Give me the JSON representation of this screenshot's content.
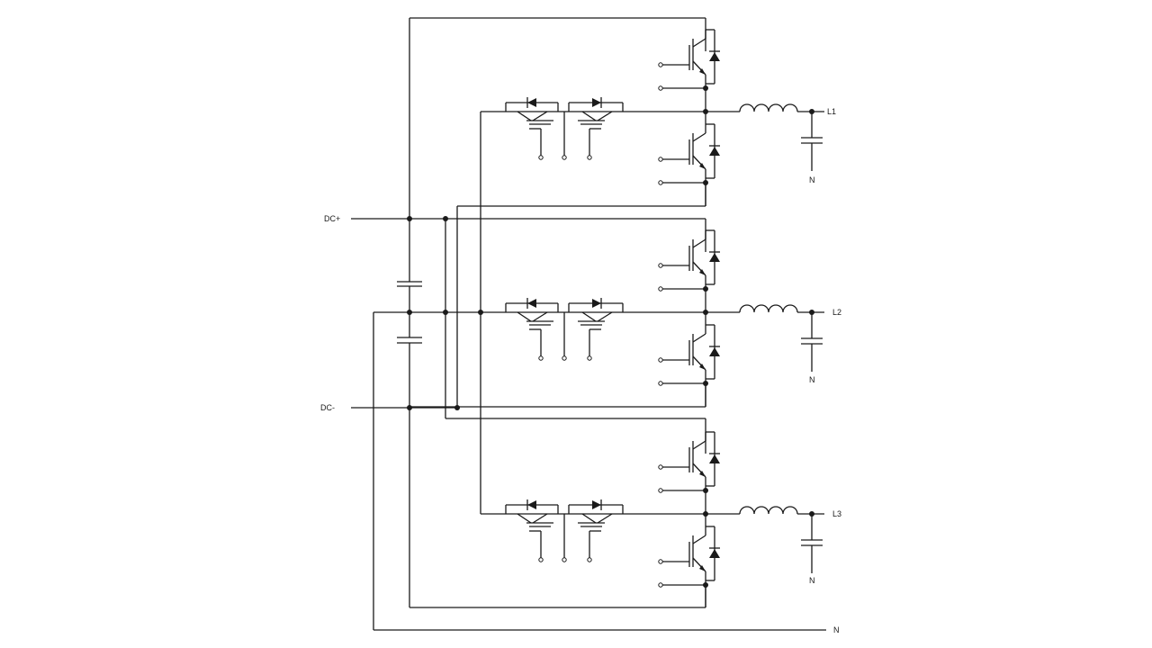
{
  "diagram": {
    "terminals": {
      "dc_plus": "DC+",
      "dc_minus": "DC-",
      "neutral_bus": "N"
    },
    "phases": [
      {
        "output": "L1",
        "filter_return": "N"
      },
      {
        "output": "L2",
        "filter_return": "N"
      },
      {
        "output": "L3",
        "filter_return": "N"
      }
    ]
  }
}
